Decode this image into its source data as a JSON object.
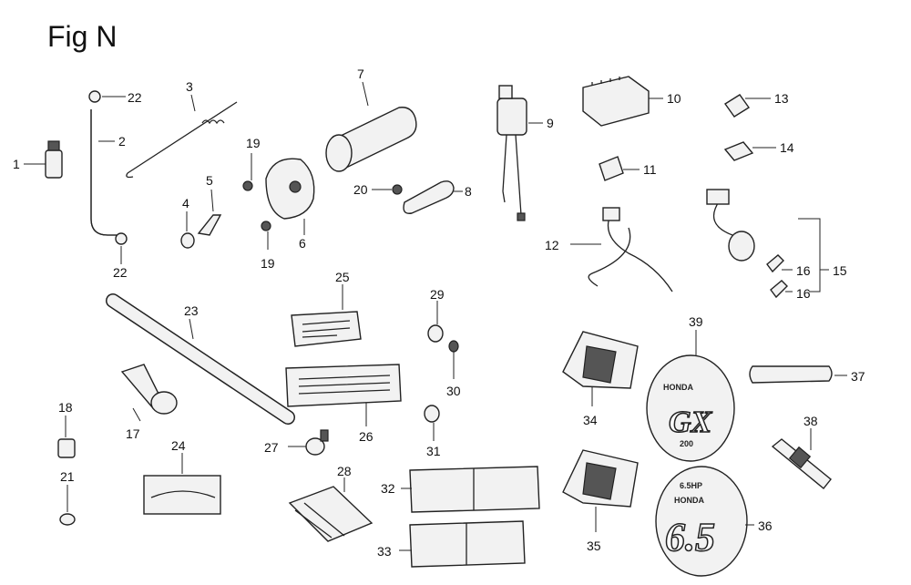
{
  "title": "Fig N",
  "callouts": [
    "1",
    "2",
    "3",
    "4",
    "5",
    "6",
    "7",
    "8",
    "9",
    "10",
    "11",
    "12",
    "13",
    "14",
    "15",
    "16",
    "16",
    "17",
    "18",
    "19",
    "19",
    "20",
    "21",
    "22",
    "22",
    "23",
    "24",
    "25",
    "26",
    "27",
    "28",
    "29",
    "30",
    "31",
    "32",
    "33",
    "34",
    "35",
    "36",
    "37",
    "38",
    "39"
  ],
  "labels": {
    "honda_top": "HONDA",
    "gx": "GX",
    "gx_size": "200",
    "honda_bottom": "HONDA",
    "top_small": "6.5HP",
    "big_num": "6.5"
  }
}
